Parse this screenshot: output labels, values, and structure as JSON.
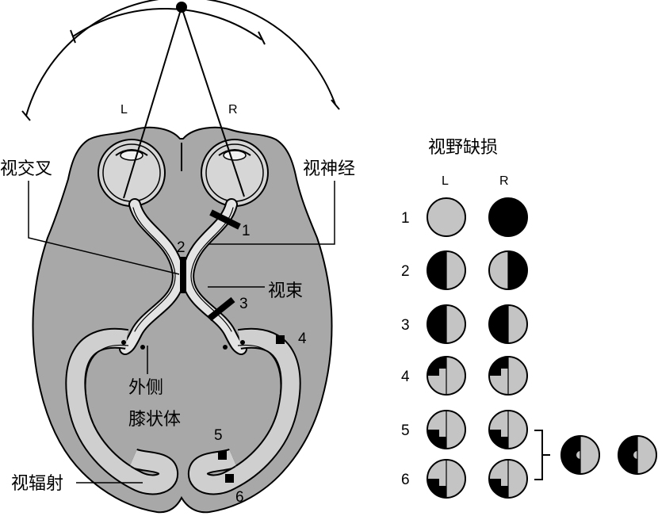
{
  "labels": {
    "optic_chiasm": "视交叉",
    "optic_nerve": "视神经",
    "optic_tract": "视束",
    "lgn_line1": "外侧",
    "lgn_line2": "膝状体",
    "optic_radiation": "视辐射",
    "eye_left": "L",
    "eye_right": "R"
  },
  "lesion_numbers": [
    "1",
    "2",
    "3",
    "4",
    "5",
    "6"
  ],
  "defects_panel": {
    "title": "视野缺损",
    "col_left": "L",
    "col_right": "R",
    "rows": [
      {
        "num": "1",
        "left": "none",
        "right": "full"
      },
      {
        "num": "2",
        "left": "left-half",
        "right": "right-half"
      },
      {
        "num": "3",
        "left": "left-half",
        "right": "left-half"
      },
      {
        "num": "4",
        "left": "upper-left-quadrant",
        "right": "upper-left-quadrant"
      },
      {
        "num": "5",
        "left": "lower-left-quadrant",
        "right": "lower-left-quadrant"
      },
      {
        "num": "6",
        "left": "lower-left-quadrant",
        "right": "lower-left-quadrant"
      }
    ],
    "macular_sparing_pair": [
      "left-half-macula-spared",
      "left-half-macula-spared"
    ]
  },
  "colors": {
    "brain": "#a8a8a8",
    "field_gray": "#c4c4c4",
    "defect": "#000000",
    "outline": "#000000"
  }
}
